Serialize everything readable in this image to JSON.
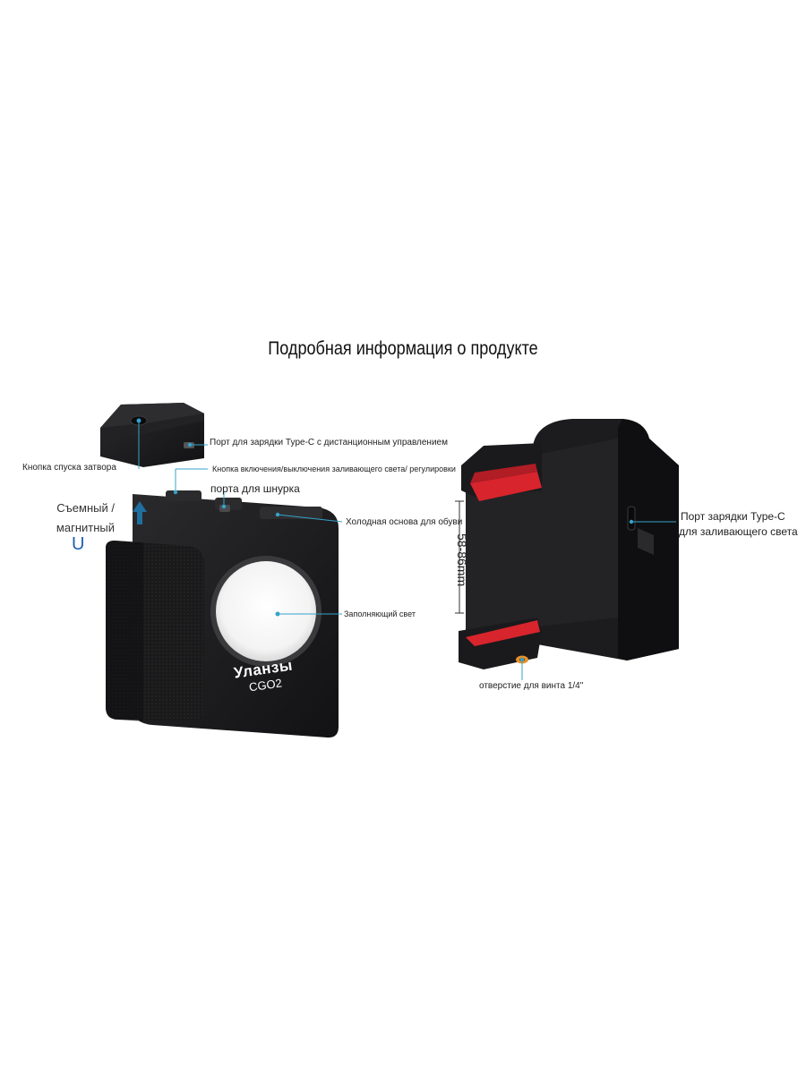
{
  "title": "Подробная информация о продукте",
  "left_device": {
    "side_note_line1": "Съемный /",
    "side_note_line2": "магнитный",
    "side_note_letter": "U",
    "brand_name": "Уланзы",
    "model": "CGO2",
    "callouts": {
      "type_c_remote": "Порт для зарядки Type-C с дистанционным управлением",
      "shutter_button": "Кнопка спуска затвора",
      "light_power_button": "Кнопка включения/выключения заливающего света/ регулировки",
      "lanyard_port": "порта для шнурка",
      "cold_shoe": "Холодная основа для обуви",
      "fill_light": "Заполняющий свет"
    }
  },
  "right_device": {
    "clamp_range": "58-86mm",
    "callouts": {
      "type_c_light_line1": "Порт зарядки Type-C",
      "type_c_light_line2": "для заливающего света",
      "screw_hole": "отверстие для винта 1/4\""
    }
  },
  "colors": {
    "callout_line": "#35a3c8",
    "device_body": "#1c1c1e",
    "clamp_pad": "#d8242c",
    "arrow": "#1f6fa0",
    "u_letter": "#1e5fb3"
  }
}
